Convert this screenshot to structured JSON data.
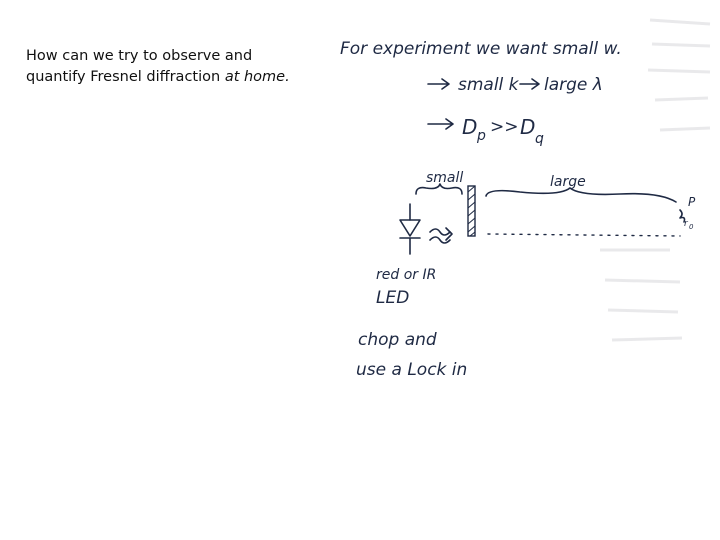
{
  "slide": {
    "question_line1": "How can we try to observe and",
    "question_line2_plain": "quantify Fresnel diffraction ",
    "question_line2_italic": "at home."
  },
  "notes": {
    "line1": "For experiment we want small w.",
    "line2_a": "small k",
    "line2_b": "large λ",
    "line3_dp": "D",
    "line3_dp_sub": "p",
    "line3_op": ">>",
    "line3_dq": "D",
    "line3_dq_sub": "q",
    "label_small": "small",
    "label_large": "large",
    "label_p": "P",
    "label_r0": "r",
    "label_r0_sub": "0",
    "led_label_1": "red or IR",
    "led_label_2": "LED",
    "chop_1": "chop and",
    "chop_2": "use a Lock in"
  }
}
